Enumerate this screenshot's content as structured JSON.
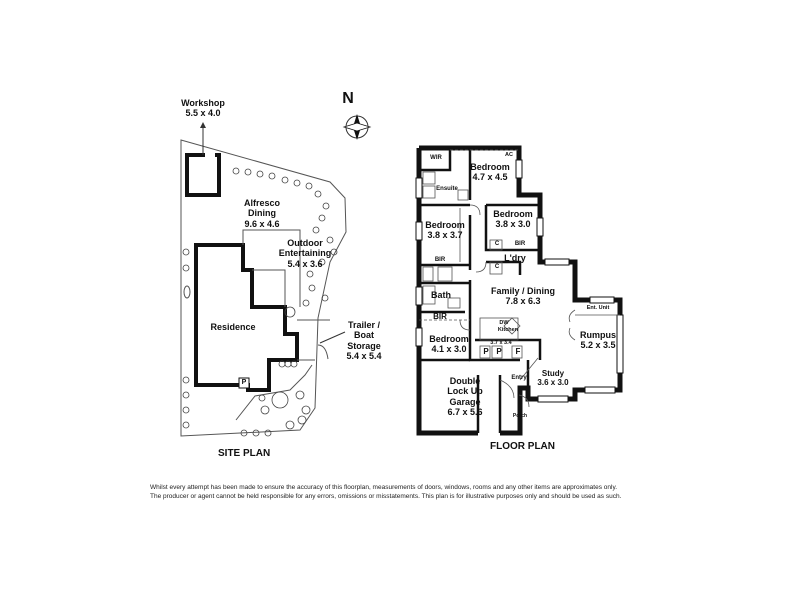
{
  "site_plan": {
    "title": "SITE PLAN",
    "workshop": {
      "name": "Workshop",
      "size": "5.5 x 4.0"
    },
    "alfresco": {
      "name_1": "Alfresco",
      "name_2": "Dining",
      "size": "9.6 x 4.6"
    },
    "outdoor": {
      "name_1": "Outdoor",
      "name_2": "Entertaining",
      "size": "5.4 x 3.6"
    },
    "residence": {
      "name": "Residence"
    },
    "trailer": {
      "name_1": "Trailer /",
      "name_2": "Boat",
      "name_3": "Storage",
      "size": "5.4 x 5.4"
    },
    "p_marker": "P"
  },
  "compass": {
    "label": "N"
  },
  "floor_plan": {
    "title": "FLOOR PLAN",
    "rooms": {
      "wir": "WIR",
      "ac": "AC",
      "bedroom1": {
        "name": "Bedroom",
        "size": "4.7 x 4.5"
      },
      "ensuite": "Ensuite",
      "bedroom2": {
        "name": "Bedroom",
        "size": "3.8 x 3.7"
      },
      "bedroom3": {
        "name": "Bedroom",
        "size": "3.8 x 3.0"
      },
      "bir1": "BIR",
      "bir2": "BIR",
      "bir3": "BIR",
      "c1": "C",
      "c2": "C",
      "laundry": "L'dry",
      "bath": "Bath",
      "family": {
        "name": "Family / Dining",
        "size": "7.8 x 6.3"
      },
      "ent_unit": "Ent. Unit",
      "dw": "DW",
      "kitchen": "Kitchen",
      "bedroom4": {
        "name": "Bedroom",
        "size": "4.1 x 3.0"
      },
      "kitchen_size": "3.7 x 3.4",
      "pantry1": "P",
      "pantry2": "P",
      "fridge": "F",
      "rumpus": {
        "name": "Rumpus",
        "size": "5.2 x 3.5"
      },
      "garage": {
        "name_1": "Double",
        "name_2": "Lock Up",
        "name_3": "Garage",
        "size": "6.7 x 5.6"
      },
      "entry": "Entry",
      "study": {
        "name": "Study",
        "size": "3.6 x 3.0"
      },
      "porch": "Porch"
    }
  },
  "disclaimer": {
    "line1": "Whilst every attempt has been made to ensure the accuracy of this floorplan, measurements of doors, windows, rooms and any other items are approximates only.",
    "line2": "The producer or agent cannot be held responsible for any errors, omissions or misstatements. This plan is for illustrative purposes only and should be used as such."
  },
  "colors": {
    "wall": "#111111",
    "line": "#555555",
    "window": "#ffffff"
  }
}
